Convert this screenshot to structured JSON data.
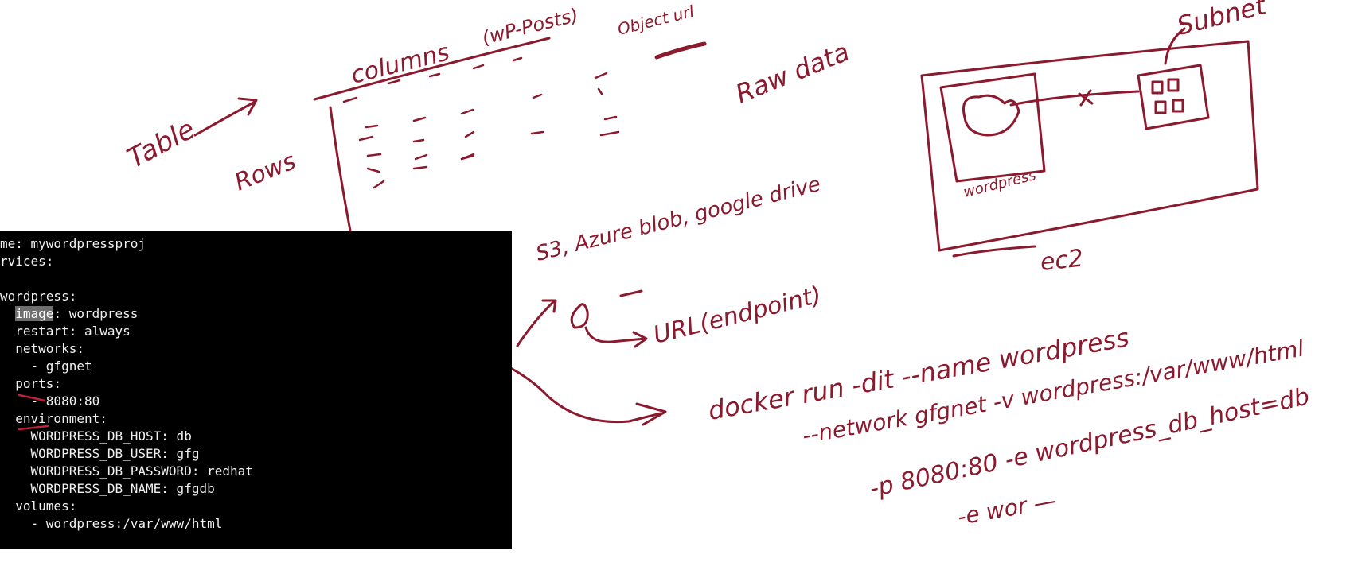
{
  "terminal": {
    "lines": [
      {
        "text": "me: mywordpressproj",
        "highlight": ""
      },
      {
        "text": "rvices:",
        "highlight": ""
      },
      {
        "text": "",
        "highlight": ""
      },
      {
        "text": "wordpress:",
        "highlight": ""
      },
      {
        "text": "  image: wordpress",
        "highlight": "image"
      },
      {
        "text": "  restart: always",
        "highlight": ""
      },
      {
        "text": "  networks:",
        "highlight": ""
      },
      {
        "text": "    - gfgnet",
        "highlight": ""
      },
      {
        "text": "  ports:",
        "highlight": ""
      },
      {
        "text": "    - 8080:80",
        "highlight": ""
      },
      {
        "text": "  environment:",
        "highlight": ""
      },
      {
        "text": "    WORDPRESS_DB_HOST: db",
        "highlight": ""
      },
      {
        "text": "    WORDPRESS_DB_USER: gfg",
        "highlight": ""
      },
      {
        "text": "    WORDPRESS_DB_PASSWORD: redhat",
        "highlight": ""
      },
      {
        "text": "    WORDPRESS_DB_NAME: gfgdb",
        "highlight": ""
      },
      {
        "text": "  volumes:",
        "highlight": ""
      },
      {
        "text": "    - wordpress:/var/www/html",
        "highlight": ""
      }
    ]
  },
  "annotations": {
    "table": "Table",
    "columns": "columns",
    "wp_posts": "(wP-Posts)",
    "object_url": "Object url",
    "rows": "Rows",
    "raw_data": "Raw data",
    "subnet": "Subnet",
    "ec2": "ec2",
    "host_label": "wordpress",
    "storage": "S3, Azure blob, google drive",
    "url_endpoint": "URL(endpoint)",
    "docker_cmd_1": "docker run -dit --name wordpress",
    "docker_cmd_2": "--network gfgnet -v wordpress:/var/www/html",
    "docker_cmd_3": "-p 8080:80 -e wordpress_db_host=db",
    "docker_cmd_4": "-e wor —"
  },
  "colors": {
    "ink": "#8b1a2e",
    "terminal_bg": "#000000",
    "terminal_fg": "#f0f0f0"
  }
}
